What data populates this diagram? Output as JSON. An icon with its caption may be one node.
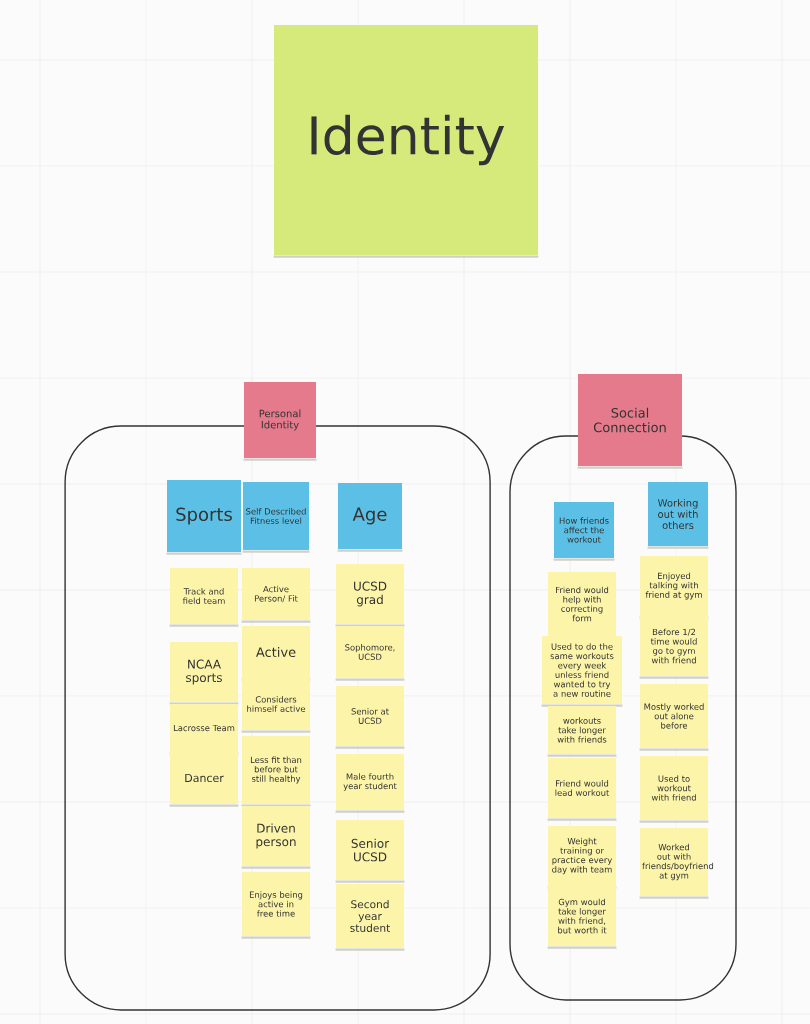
{
  "diagram": {
    "nodes": [
      {
        "text": [
          "Identity"
        ]
      },
      {
        "text": [],
        "shape": "box"
      },
      {
        "text": [
          "Personal Identity"
        ]
      },
      {
        "text": [
          "Sports"
        ],
        "in": 1
      },
      {
        "text": [
          "Self Described Fitness level"
        ],
        "in": 1
      },
      {
        "text": [
          "Age"
        ],
        "in": 1
      },
      {
        "text": [
          "Track and field team"
        ],
        "in": 1
      },
      {
        "text": [
          "NCAA sports"
        ],
        "in": 1
      },
      {
        "text": [
          "Lacrosse Team"
        ],
        "in": 1
      },
      {
        "text": [
          "Dancer"
        ],
        "in": 1
      },
      {
        "text": [
          "Active Person/ Fit"
        ],
        "in": 1
      },
      {
        "text": [
          "Active"
        ],
        "in": 1
      },
      {
        "text": [
          "Considers himself active"
        ],
        "in": 1
      },
      {
        "text": [
          "Less fit than before but still healthy"
        ],
        "in": 1
      },
      {
        "text": [
          "Driven person"
        ],
        "in": 1
      },
      {
        "text": [
          "Enjoys being active in free time"
        ],
        "in": 1
      },
      {
        "text": [
          "UCSD grad"
        ],
        "in": 1
      },
      {
        "text": [
          "Sophomore, UCSD"
        ],
        "in": 1
      },
      {
        "text": [
          "Senior at UCSD"
        ],
        "in": 1
      },
      {
        "text": [
          "Male fourth year student"
        ],
        "in": 1
      },
      {
        "text": [
          "Senior UCSD"
        ],
        "in": 1
      },
      {
        "text": [
          "Second year student"
        ],
        "in": 1
      },
      {
        "text": [],
        "shape": "box"
      },
      {
        "text": [
          "Social Connection"
        ]
      },
      {
        "text": [
          "How friends affect the workout"
        ],
        "in": 22
      },
      {
        "text": [
          "Working out with others"
        ],
        "in": 22
      },
      {
        "text": [
          "Friend would help with correcting form"
        ],
        "in": 22
      },
      {
        "text": [
          "Used to do the same workouts every week unless friend wanted to try a new routine"
        ],
        "in": 22
      },
      {
        "text": [
          "workouts take longer with friends"
        ],
        "in": 22
      },
      {
        "text": [
          "Friend would lead workout"
        ],
        "in": 22
      },
      {
        "text": [
          "Weight training or practice every day with team"
        ],
        "in": 22
      },
      {
        "text": [
          "Gym would take longer with friend, but worth it"
        ],
        "in": 22
      },
      {
        "text": [
          "Enjoyed talking with friend at gym"
        ],
        "in": 22
      },
      {
        "text": [
          "Before 1/2 time would go to gym with friend"
        ],
        "in": 22
      },
      {
        "text": [
          "Mostly worked out alone before"
        ],
        "in": 22
      },
      {
        "text": [
          "Used to workout with friend"
        ],
        "in": 22
      },
      {
        "text": [
          "Worked out with friends/boyfriend at gym"
        ],
        "in": 22
      }
    ]
  }
}
